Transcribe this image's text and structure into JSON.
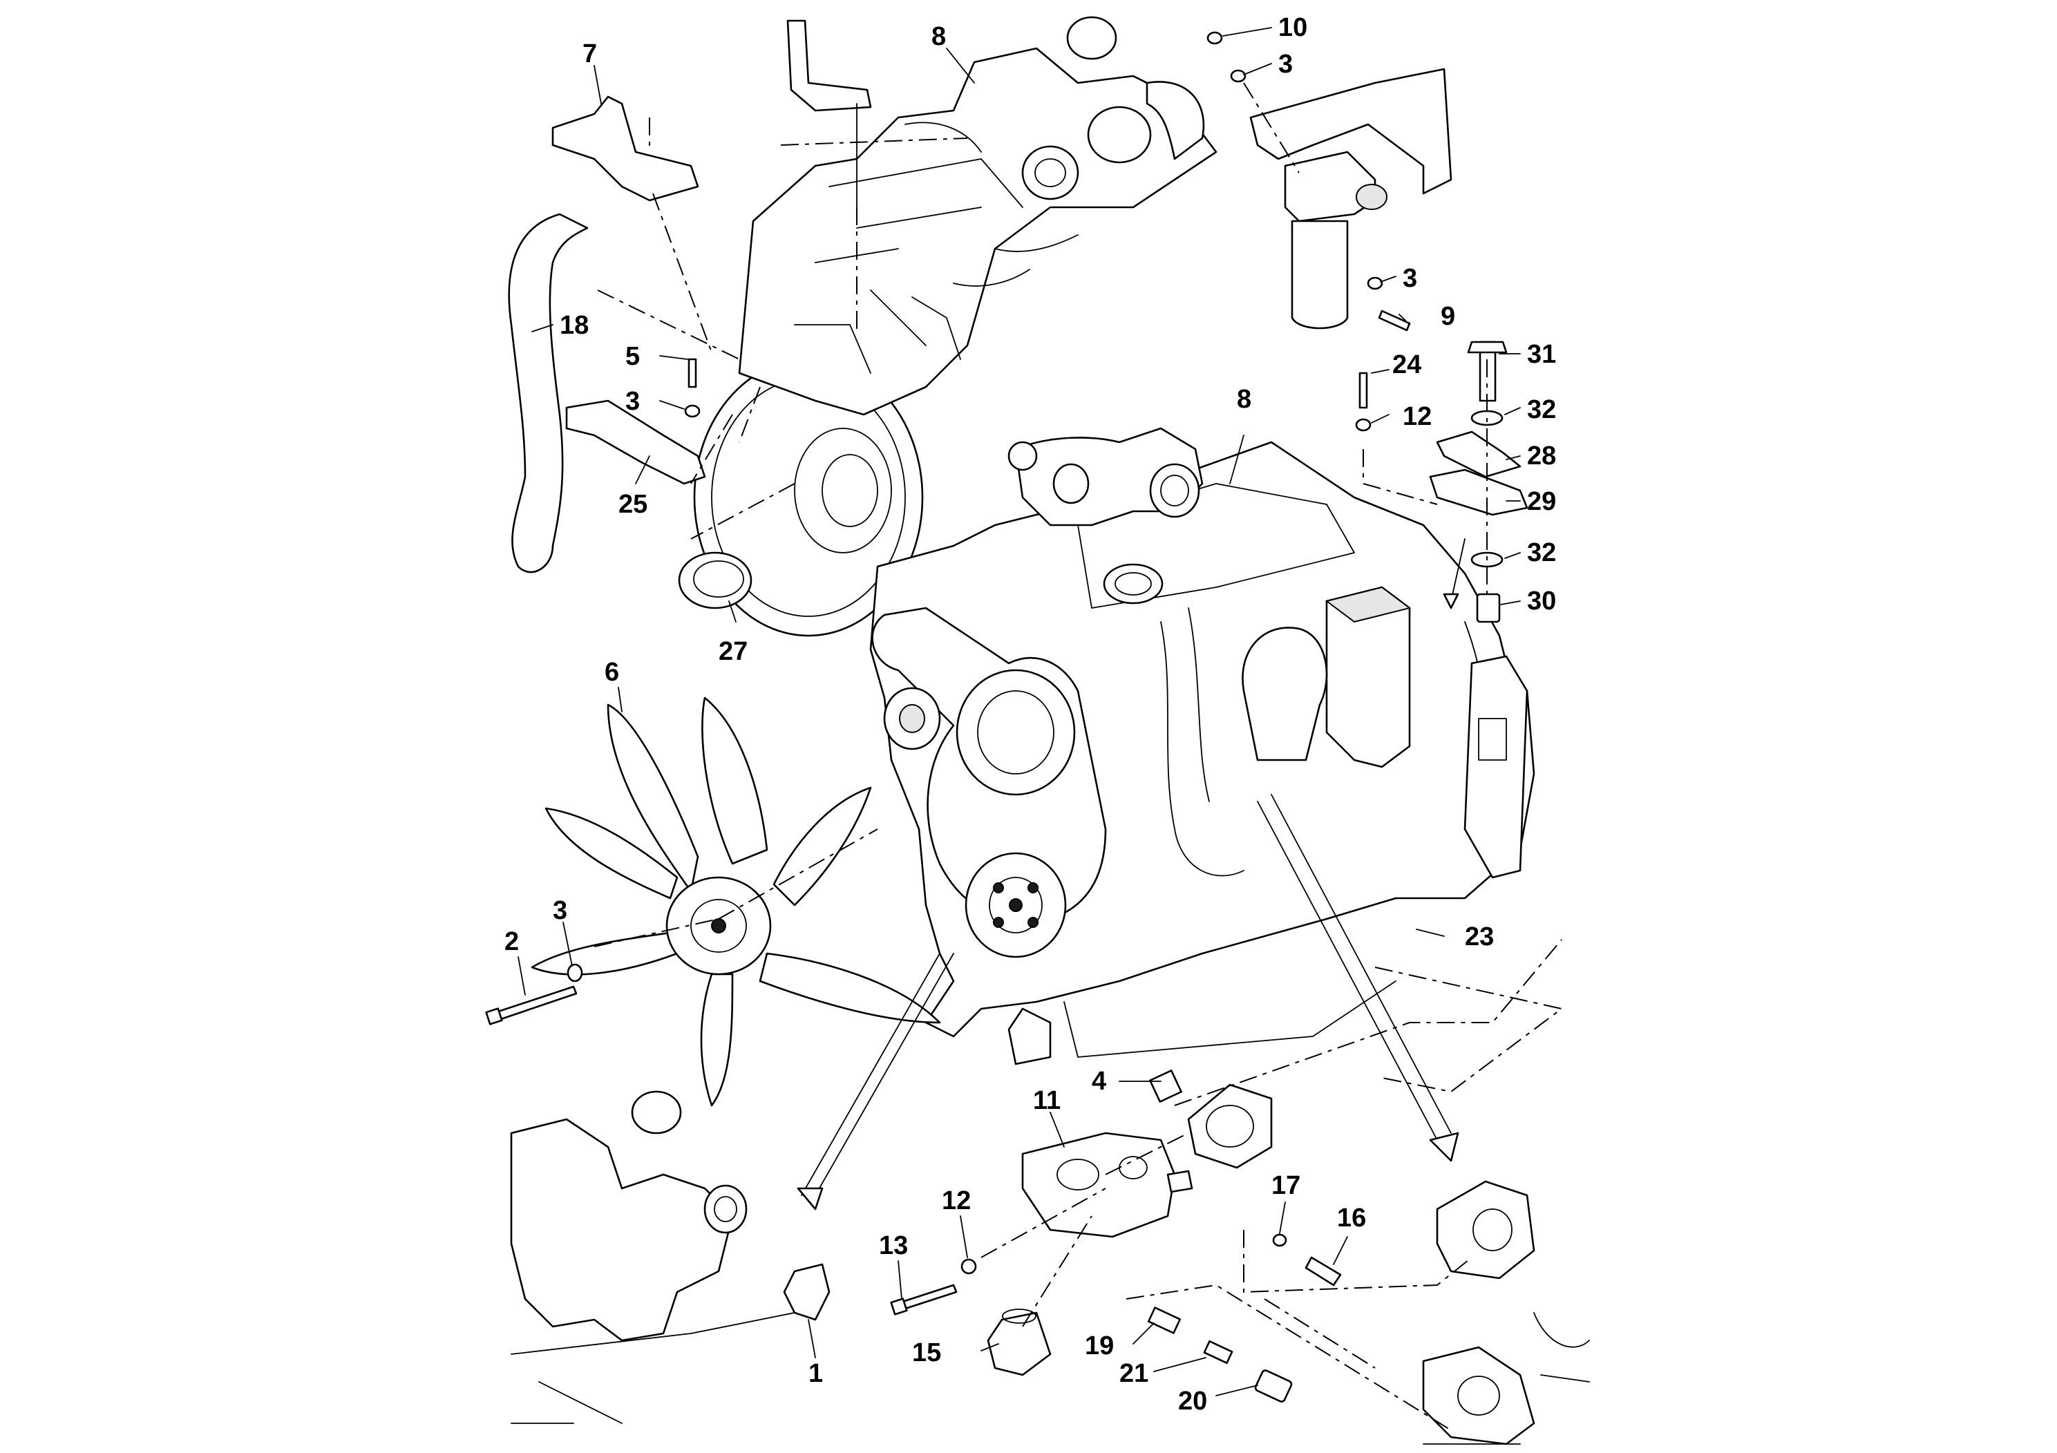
{
  "diagram": {
    "callouts": [
      {
        "id": "c1",
        "text": "1"
      },
      {
        "id": "c2",
        "text": "2"
      },
      {
        "id": "c3a",
        "text": "3"
      },
      {
        "id": "c3b",
        "text": "3"
      },
      {
        "id": "c3c",
        "text": "3"
      },
      {
        "id": "c3d",
        "text": "3"
      },
      {
        "id": "c4",
        "text": "4"
      },
      {
        "id": "c5",
        "text": "5"
      },
      {
        "id": "c6",
        "text": "6"
      },
      {
        "id": "c7",
        "text": "7"
      },
      {
        "id": "c8a",
        "text": "8"
      },
      {
        "id": "c8b",
        "text": "8"
      },
      {
        "id": "c9",
        "text": "9"
      },
      {
        "id": "c10",
        "text": "10"
      },
      {
        "id": "c11",
        "text": "11"
      },
      {
        "id": "c12a",
        "text": "12"
      },
      {
        "id": "c12b",
        "text": "12"
      },
      {
        "id": "c13",
        "text": "13"
      },
      {
        "id": "c15",
        "text": "15"
      },
      {
        "id": "c16",
        "text": "16"
      },
      {
        "id": "c17",
        "text": "17"
      },
      {
        "id": "c18",
        "text": "18"
      },
      {
        "id": "c19",
        "text": "19"
      },
      {
        "id": "c20",
        "text": "20"
      },
      {
        "id": "c21",
        "text": "21"
      },
      {
        "id": "c23",
        "text": "23"
      },
      {
        "id": "c24",
        "text": "24"
      },
      {
        "id": "c25",
        "text": "25"
      },
      {
        "id": "c27",
        "text": "27"
      },
      {
        "id": "c28",
        "text": "28"
      },
      {
        "id": "c29",
        "text": "29"
      },
      {
        "id": "c30",
        "text": "30"
      },
      {
        "id": "c31",
        "text": "31"
      },
      {
        "id": "c32a",
        "text": "32"
      },
      {
        "id": "c32b",
        "text": "32"
      }
    ]
  }
}
